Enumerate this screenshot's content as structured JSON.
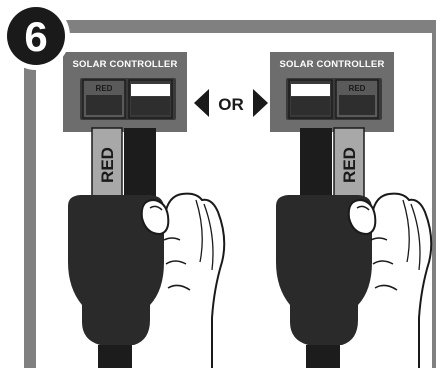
{
  "step": {
    "number": "6"
  },
  "panels": [
    {
      "title": "SOLAR CONTROLLER",
      "port_left_label": "RED",
      "port_right_label": "",
      "red_wire_label": "RED",
      "red_side": "left"
    },
    {
      "title": "SOLAR CONTROLLER",
      "port_left_label": "",
      "port_right_label": "RED",
      "red_wire_label": "RED",
      "red_side": "right"
    }
  ],
  "separator": {
    "text": "OR"
  },
  "colors": {
    "frame": "#808080",
    "controller": "#6d6d6d",
    "port_dark": "#3a3a3a",
    "port_light": "#ffffff",
    "red_wire": "#a8a8a8",
    "black_wire": "#1c1c1c",
    "plug": "#2a2a2a",
    "badge": "#1a1a1a"
  }
}
